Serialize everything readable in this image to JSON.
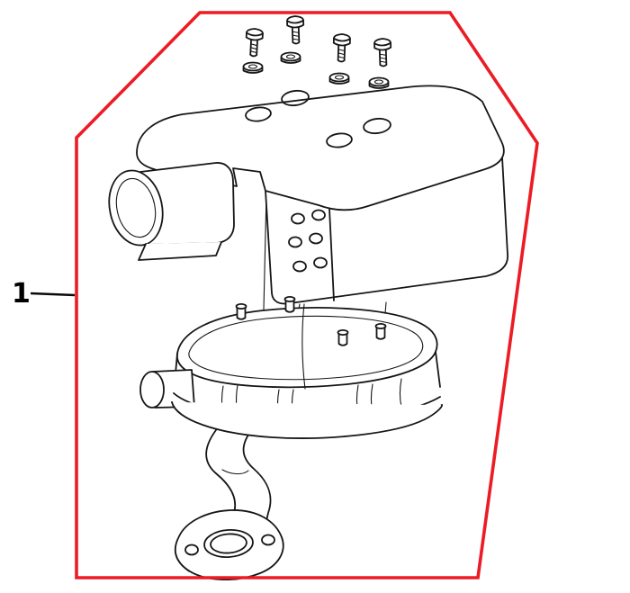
{
  "diagram": {
    "kind": "exploded-parts-diagram",
    "callout": {
      "label": "1"
    },
    "colors": {
      "border": "#ec1b24",
      "line": "#161616",
      "background": "#ffffff"
    },
    "parts": [
      {
        "name": "mounting-bolt",
        "count": 4
      },
      {
        "name": "washer",
        "count": 4
      },
      {
        "name": "muffler-protector-cover",
        "count": 1
      },
      {
        "name": "muffler-body",
        "count": 1
      },
      {
        "name": "exhaust-pipe",
        "count": 1
      },
      {
        "name": "exhaust-flange",
        "count": 1
      }
    ]
  }
}
